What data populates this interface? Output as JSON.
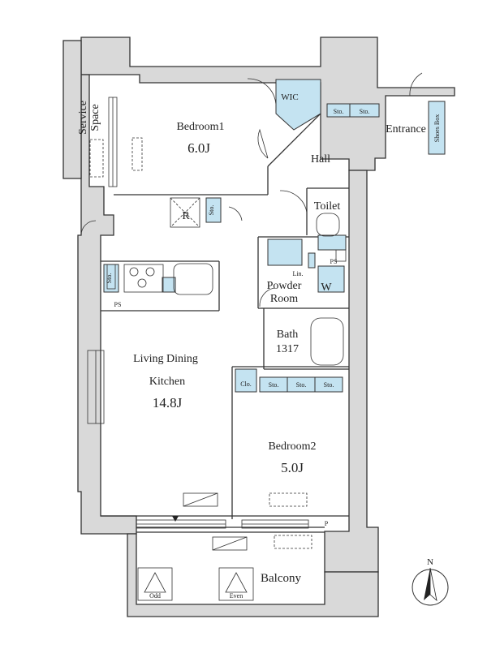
{
  "rooms": {
    "bedroom1": {
      "name": "Bedroom1",
      "area": "6.0J"
    },
    "ldk": {
      "name_line1": "Living Dining",
      "name_line2": "Kitchen",
      "area": "14.8J"
    },
    "bedroom2": {
      "name": "Bedroom2",
      "area": "5.0J"
    },
    "bath": {
      "name": "Bath",
      "code": "1317"
    },
    "powder": {
      "line1": "Powder",
      "line2": "Room"
    },
    "hall": "Hall",
    "toilet": "Toilet",
    "entrance": "Entrance",
    "balcony": "Balcony",
    "wic": "WIC",
    "service_space": {
      "line1": "Service",
      "line2": "Space"
    }
  },
  "storage": {
    "sto": "Sto.",
    "clo": "Clo.",
    "shoes_box": "Shoes Box",
    "lin": "Lin."
  },
  "symbols": {
    "refrigerator": "R",
    "ps": "PS",
    "washer": "W",
    "pipe_space": "P",
    "outdoor_odd": "Odd",
    "outdoor_even": "Even",
    "north": "N"
  },
  "colors": {
    "storage_fill": "#c4e3f1",
    "wall_fill": "#d9d9d9",
    "line": "#333333"
  }
}
